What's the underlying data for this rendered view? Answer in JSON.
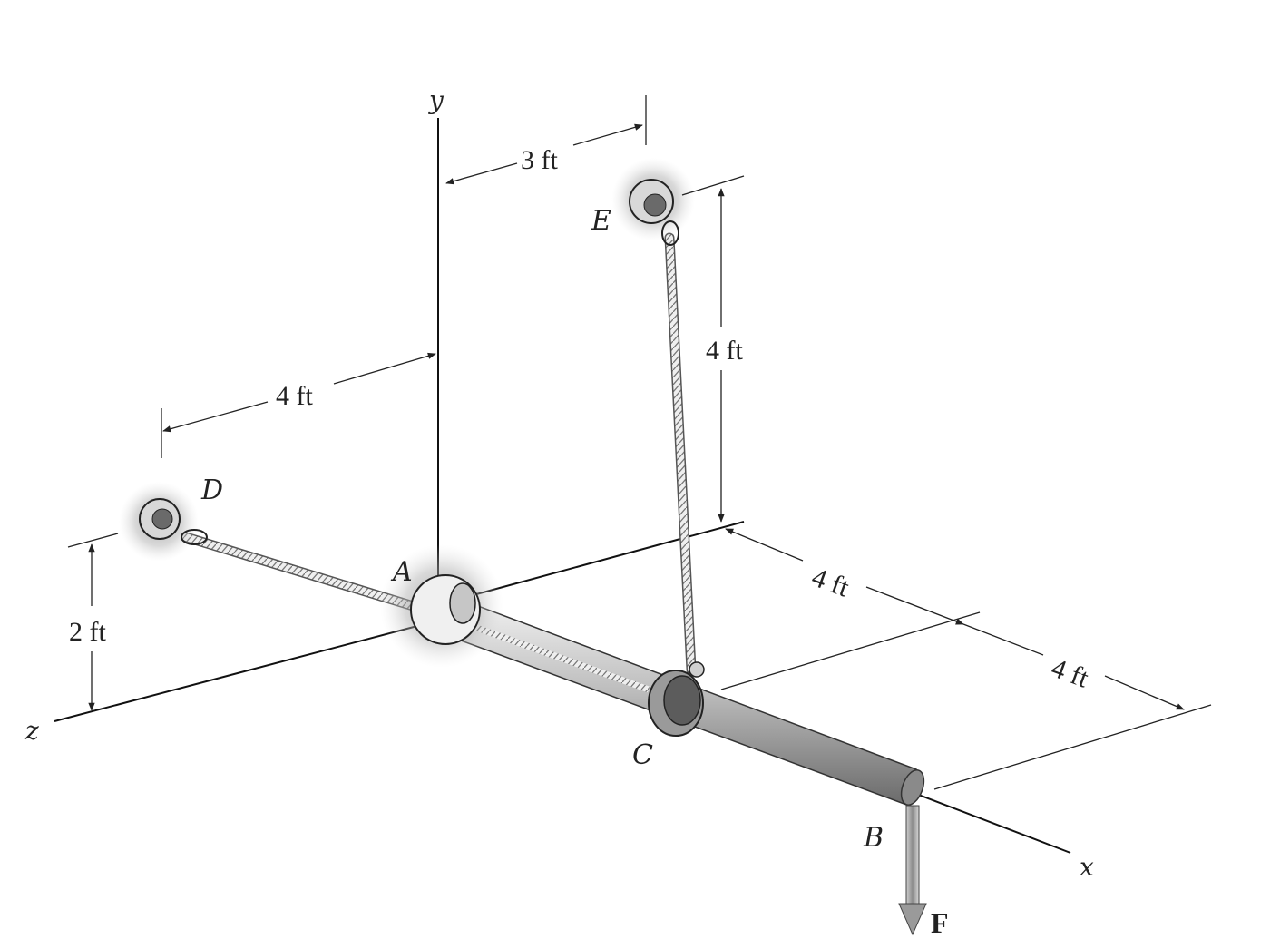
{
  "axes": {
    "x": "x",
    "y": "y",
    "z": "z"
  },
  "points": {
    "A": "A",
    "B": "B",
    "C": "C",
    "D": "D",
    "E": "E"
  },
  "force": {
    "label": "F"
  },
  "dimensions": {
    "ce_horizontal": "3 ft",
    "e_height": "4 ft",
    "d_offset": "4 ft",
    "d_height": "2 ft",
    "x_first": "4 ft",
    "x_second": "4 ft"
  }
}
